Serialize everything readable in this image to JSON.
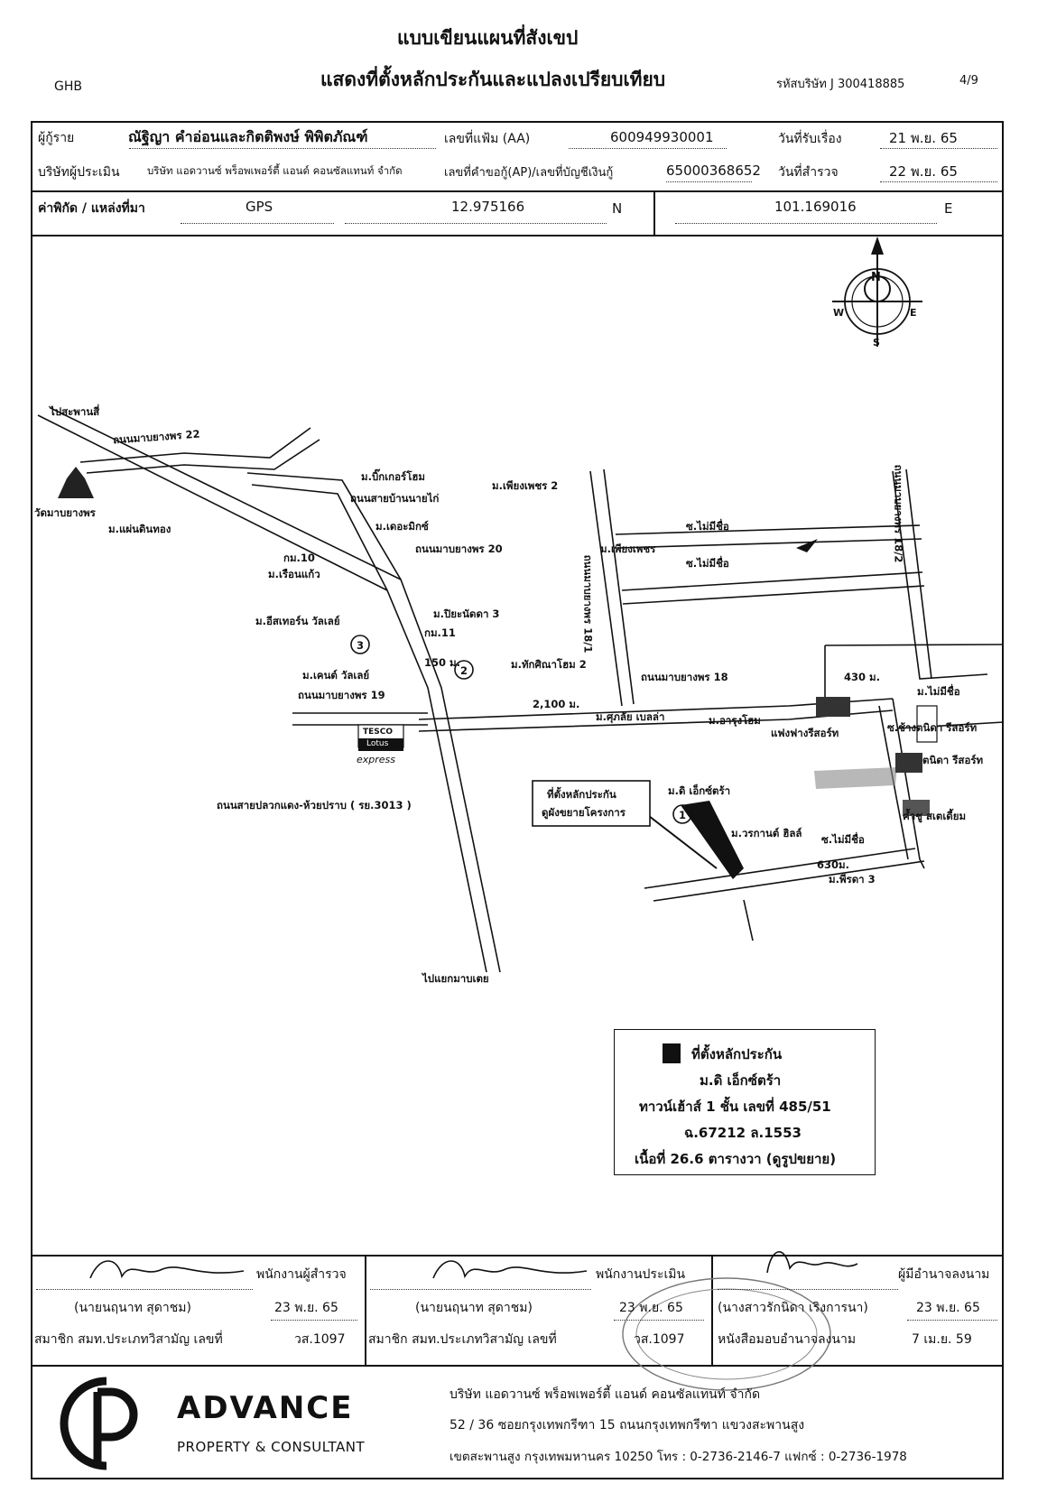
{
  "header": {
    "title1": "แบบเขียนแผนที่สังเขป",
    "title2": "แสดงที่ตั้งหลักประกันและแปลงเปรียบเทียบ",
    "bank": "GHB",
    "company_code": "รหัสบริษัท J 300418885",
    "page": "4/9"
  },
  "info": {
    "borrower_label": "ผู้กู้ราย",
    "borrower": "ณัฐิญา  คำอ่อนและกิตติพงษ์  พิพิตภัณฑ์",
    "file_no_label": "เลขที่แฟ้ม (AA)",
    "file_no": "600949930001",
    "received_label": "วันที่รับเรื่อง",
    "received": "21 พ.ย. 65",
    "appraiser_label": "บริษัทผู้ประเมิน",
    "appraiser": "บริษัท แอดวานซ์ พร็อพเพอร์ตี้ แอนด์ คอนซัลแทนท์ จำกัด",
    "request_no_label": "เลขที่คำขอกู้(AP)/เลขที่บัญชีเงินกู้",
    "request_no": "65000368652",
    "survey_label": "วันที่สำรวจ",
    "survey": "22 พ.ย. 65"
  },
  "coords": {
    "label": "ค่าพิกัด / แหล่งที่มา",
    "source": "GPS",
    "lat": "12.975166",
    "lat_dir": "N",
    "lon": "101.169016",
    "lon_dir": "E"
  },
  "map": {
    "compass": {
      "n": "N",
      "s": "S",
      "e": "E",
      "w": "W"
    },
    "labels": {
      "to_sapan_si": "ไปสะพานสี่",
      "road22": "ถนนมาบยางพร 22",
      "wat": "วัดมาบยางพร",
      "m_paendin": "ม.แผ่นดินทอง",
      "m_bigger": "ม.บิ๊กเกอร์โฮม",
      "road_naichai": "ถนนสายบ้านนายไก่",
      "m_the_mix": "ม.เดอะมิกซ์",
      "road20": "ถนนมาบยางพร 20",
      "km10": "กม.10",
      "m_ruenkaew": "ม.เรือนแก้ว",
      "m_eastern": "ม.อีสเทอร์น วัลเลย์",
      "m_piyanut": "ม.ปิยะนัดดา 3",
      "km11": "กม.11",
      "dist150": "150 ม.",
      "m_kent": "ม.เคนต์ วัลเลย์",
      "road19": "ถนนมาบยางพร 19",
      "m_thaksina": "ม.ทักศิณาโฮม 2",
      "road18": "ถนนมาบยางพร 18",
      "dist2100": "2,100 ม.",
      "m_sukanya": "ม.ศุภลัย เบลล่า",
      "m_arun": "ม.อารุงโฮม",
      "m_phiangphet2": "ม.เพียงเพชร 2",
      "soi_noname1": "ซ.ไม่มีชื่อ",
      "m_phiangphet": "ม.เพียงเพชร",
      "soi_noname2": "ซ.ไม่มีชื่อ",
      "road18_1": "ถนนมาบยางพร 18/1",
      "road18_2": "ถนนมาบยางพร 18/2",
      "dist430": "430 ม.",
      "m_noname": "ม.ไม่มีชื่อ",
      "fangfang": "แฟงฟางรีสอร์ท",
      "soi_chang": "ซ.ช้างตนิดา รีสอร์ท",
      "tanida": "ตนิดา รีสอร์ท",
      "tesco1": "TESCO",
      "tesco2": "Lotus",
      "tesco3": "express",
      "road3013": "ถนนสายปลวกแดง-ห้วยปราบ ( รย.3013 )",
      "site_box1": "ที่ตั้งหลักประกัน",
      "site_box2": "ดูผังขยายโครงการ",
      "m_the_extra": "ม.ดิ เอ็กซ์ตร้า",
      "m_woraka": "ม.วรกานต์ ฮิลล์",
      "soi_noname3": "ซ.ไม่มีชื่อ",
      "dist630": "630ม.",
      "m_phirada": "ม.พีรดา 3",
      "stadium": "ค้ำชู สเตเดี้ยม",
      "to_map_tao": "ไปแยกมาบเตย",
      "n1": "1",
      "n2": "2",
      "n3": "3"
    }
  },
  "legend": {
    "line1": "ที่ตั้งหลักประกัน",
    "line2": "ม.ดิ เอ็กซ์ตร้า",
    "line3": "ทาวน์เฮ้าส์ 1 ชั้น เลขที่ 485/51",
    "line4": "ฉ.67212 ล.1553",
    "line5": "เนื้อที่ 26.6 ตารางวา (ดูรูปขยาย)"
  },
  "signatures": {
    "surveyor_role": "พนักงานผู้สำรวจ",
    "surveyor_name": "(นายนฤนาท  สุดาชม)",
    "surveyor_date": "23 พ.ย. 65",
    "surveyor_member": "สมาชิก สมท.ประเภทวิสามัญ เลขที่",
    "surveyor_no": "วส.1097",
    "appraiser_role": "พนักงานประเมิน",
    "appraiser_name": "(นายนฤนาท  สุดาชม)",
    "appraiser_date": "23 พ.ย. 65",
    "appraiser_member": "สมาชิก สมท.ประเภทวิสามัญ เลขที่",
    "appraiser_no": "วส.1097",
    "authority_role": "ผู้มีอำนาจลงนาม",
    "authority_name": "(นางสาวรักนิดา  เริงการนา)",
    "authority_date": "23 พ.ย. 65",
    "authority_doc": "หนังสือมอบอำนาจลงนาม",
    "authority_doc_date": "7 เม.ย. 59"
  },
  "footer": {
    "brand": "ADVANCE",
    "brand_sub": "PROPERTY & CONSULTANT",
    "addr1": "บริษัท  แอดวานซ์ พร็อพเพอร์ตี้ แอนด์ คอนซัลแทนท์  จำกัด",
    "addr2": "52 / 36  ซอยกรุงเทพกรีฑา 15  ถนนกรุงเทพกรีฑา  แขวงสะพานสูง",
    "addr3": "เขตสะพานสูง  กรุงเทพมหานคร  10250   โทร : 0-2736-2146-7  แฟกซ์ : 0-2736-1978"
  }
}
